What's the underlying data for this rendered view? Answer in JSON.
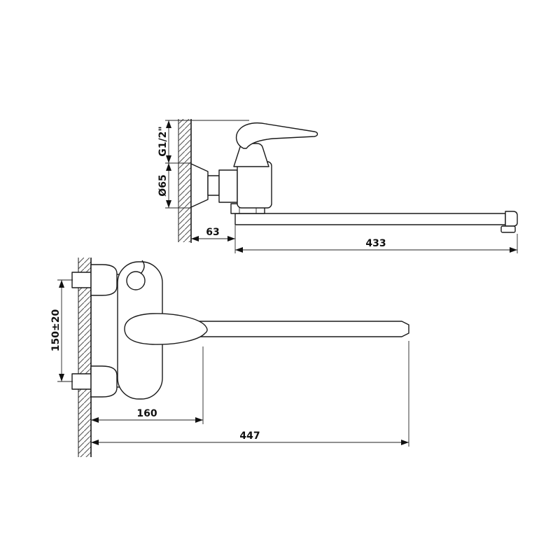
{
  "drawing": {
    "type": "technical-diagram",
    "subject": "wall-mounted-faucet-with-long-spout",
    "views": {
      "side_view": {
        "dims": {
          "thread": "G1/2\"",
          "flange_diameter": "Ø65",
          "wall_to_spout": "63",
          "spout_length": "433"
        }
      },
      "front_view": {
        "dims": {
          "mount_spacing": "150±20",
          "body_depth": "160",
          "total_reach": "447"
        }
      }
    }
  }
}
